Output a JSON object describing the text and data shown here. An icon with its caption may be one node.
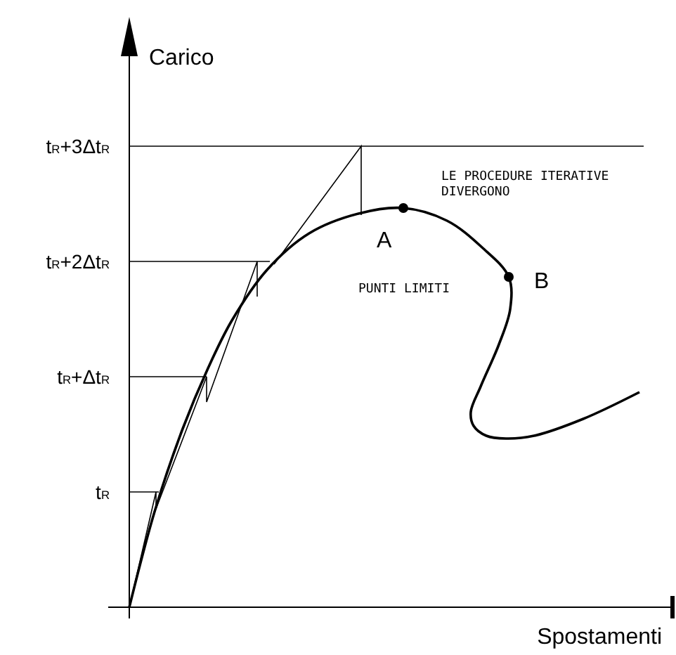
{
  "diagram": {
    "labels": [
      "Carico",
      "t$_{R}$+3Δt$_{R}$",
      "LE PROCEDURE ITERATIVE DIVERGONO",
      "A",
      "t$_{R}$+2Δt$_{R}$",
      "PUNTI LIMITI",
      "B",
      "t$_{R}$+Δt$_{R}$",
      "t$_{R}$",
      "Spostamenti"
    ]
  }
}
